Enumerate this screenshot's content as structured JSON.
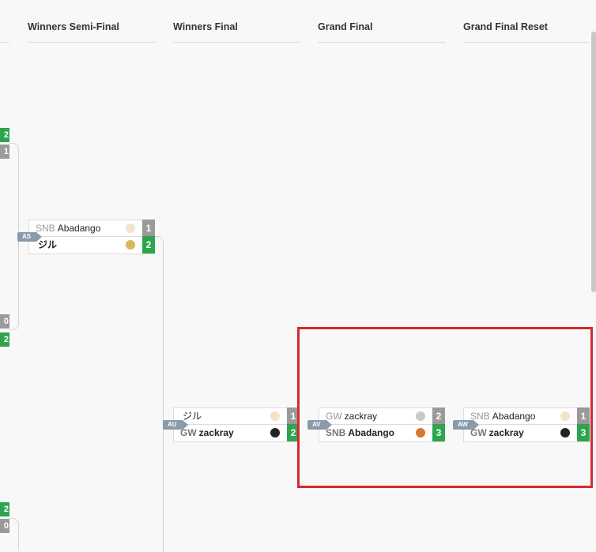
{
  "columns": [
    {
      "title": "Winners Semi-Final"
    },
    {
      "title": "Winners Final"
    },
    {
      "title": "Grand Final"
    },
    {
      "title": "Grand Final Reset"
    }
  ],
  "edge_scores": [
    "2",
    "1",
    "0",
    "2",
    "2",
    "0"
  ],
  "matches": {
    "semi": {
      "tag": "AS",
      "top": {
        "prefix": "SNB",
        "name": "Abadango",
        "score": "1"
      },
      "bottom": {
        "prefix": "",
        "name": "ジル",
        "score": "2"
      }
    },
    "final": {
      "tag": "AU",
      "top": {
        "prefix": "",
        "name": "ジル",
        "score": "1"
      },
      "bottom": {
        "prefix": "GW",
        "name": "zackray",
        "score": "2"
      }
    },
    "grand": {
      "tag": "AV",
      "top": {
        "prefix": "GW",
        "name": "zackray",
        "score": "2"
      },
      "bottom": {
        "prefix": "SNB",
        "name": "Abadango",
        "score": "3"
      }
    },
    "reset": {
      "tag": "AW",
      "top": {
        "prefix": "SNB",
        "name": "Abadango",
        "score": "1"
      },
      "bottom": {
        "prefix": "GW",
        "name": "zackray",
        "score": "3"
      }
    }
  },
  "colors": {
    "win": "#2ea44f",
    "lose": "#9a9a9a",
    "highlight": "#d42a2f",
    "tag": "#8a9aa9"
  },
  "icons": [
    "player-avatar-icon"
  ]
}
